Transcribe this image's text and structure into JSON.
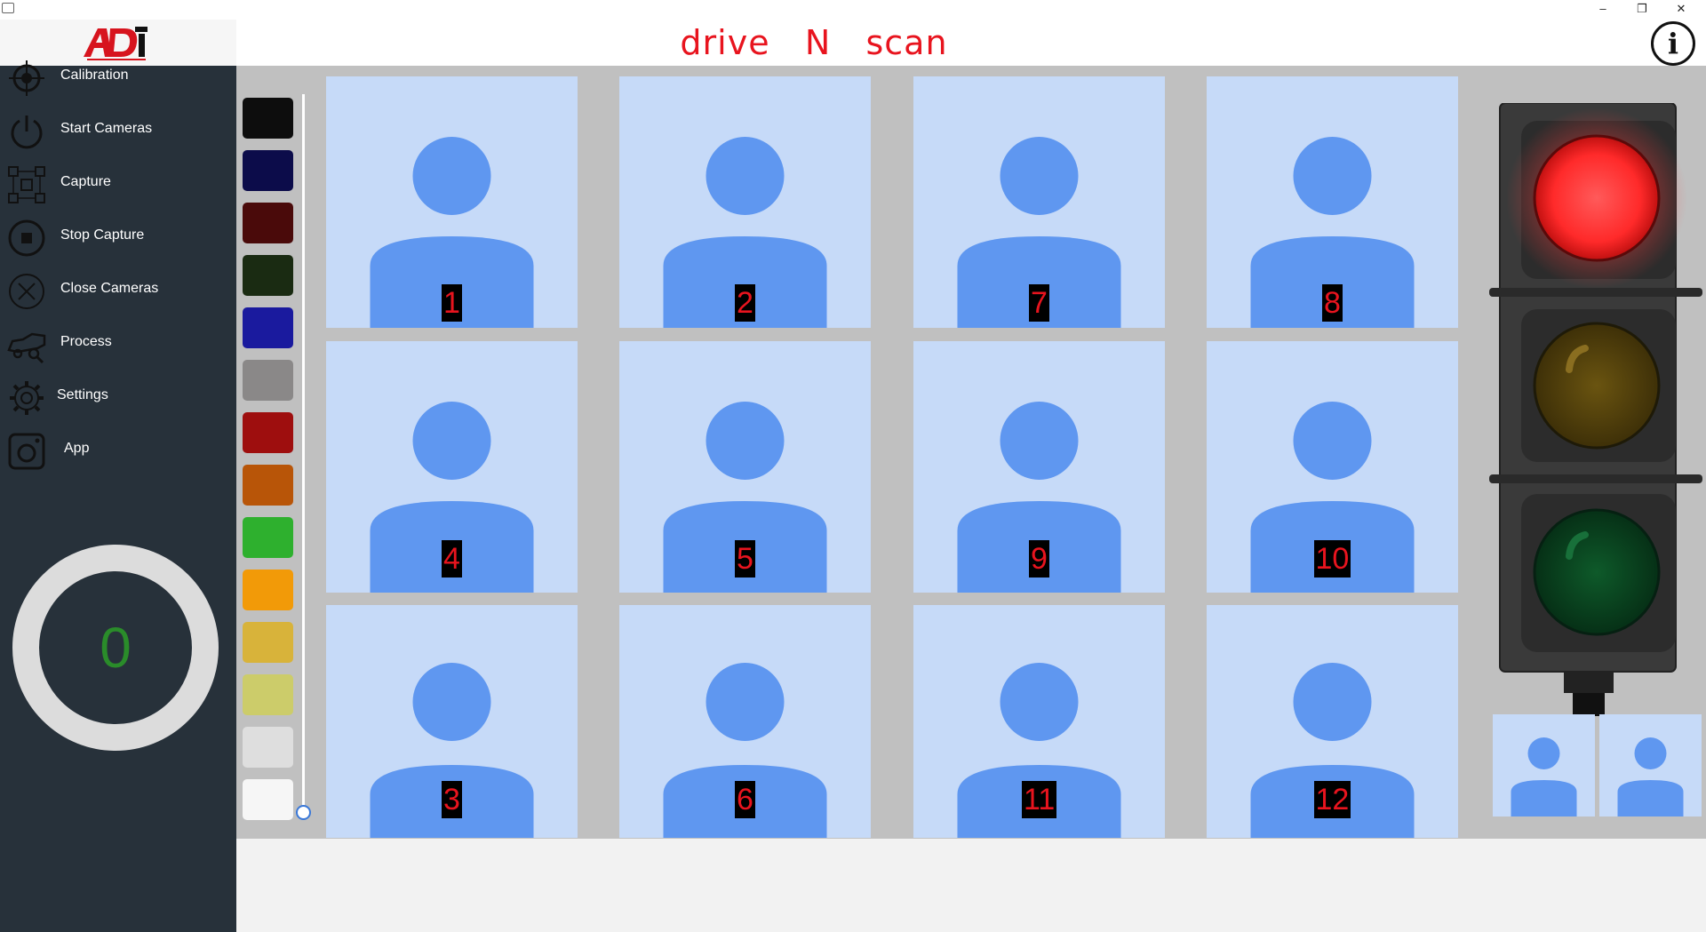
{
  "app": {
    "title": "drive   N   scan",
    "window_controls": {
      "minimize": "–",
      "restore": "❐",
      "close": "✕"
    },
    "info_label": "i"
  },
  "sidebar": {
    "logo": "ADI",
    "items": [
      {
        "label": "Calibration",
        "icon": "crosshair-icon"
      },
      {
        "label": "Start Cameras",
        "icon": "power-icon"
      },
      {
        "label": "Capture",
        "icon": "capture-grid-icon"
      },
      {
        "label": "Stop Capture",
        "icon": "stop-icon"
      },
      {
        "label": "Close Cameras",
        "icon": "close-circle-icon"
      },
      {
        "label": "Process",
        "icon": "car-search-icon"
      },
      {
        "label": "Settings",
        "icon": "gear-icon"
      },
      {
        "label": "App",
        "icon": "instagram-icon"
      }
    ],
    "counter": "0"
  },
  "swatches": [
    "#0d0d0d",
    "#0c0c4a",
    "#4a0a0a",
    "#1a2b12",
    "#1a1a9e",
    "#8a8888",
    "#9e0e0e",
    "#b85508",
    "#2eb02e",
    "#f29a08",
    "#d8b33a",
    "#cccc6a",
    "#dedede",
    "#f6f6f6"
  ],
  "cameras": [
    {
      "label": "1"
    },
    {
      "label": "2"
    },
    {
      "label": "7"
    },
    {
      "label": "8"
    },
    {
      "label": "4"
    },
    {
      "label": "5"
    },
    {
      "label": "9"
    },
    {
      "label": "10"
    },
    {
      "label": "3"
    },
    {
      "label": "6"
    },
    {
      "label": "11"
    },
    {
      "label": "12"
    }
  ],
  "traffic_light": {
    "active": "red"
  },
  "colors": {
    "accent": "#e8141e",
    "sidebar": "#27313a",
    "placeholder_bg": "#c6daf8",
    "placeholder_fg": "#5f97f0"
  }
}
